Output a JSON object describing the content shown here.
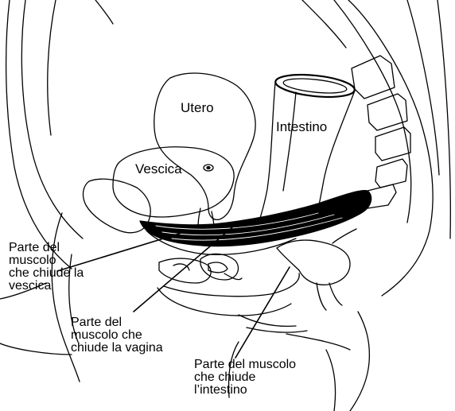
{
  "labels": {
    "utero": "Utero",
    "intestino": "Intestino",
    "vescica": "Vescica",
    "bladder_part": [
      "Parte del",
      "muscolo",
      "che chiude la",
      "vescica"
    ],
    "vagina_part": [
      "Parte del",
      "muscolo che",
      "chiude la vagina"
    ],
    "bowel_part": [
      "Parte del muscolo",
      "che chiude",
      "l’intestino"
    ]
  },
  "colors": {
    "ink": "#000000",
    "background": "#ffffff"
  }
}
